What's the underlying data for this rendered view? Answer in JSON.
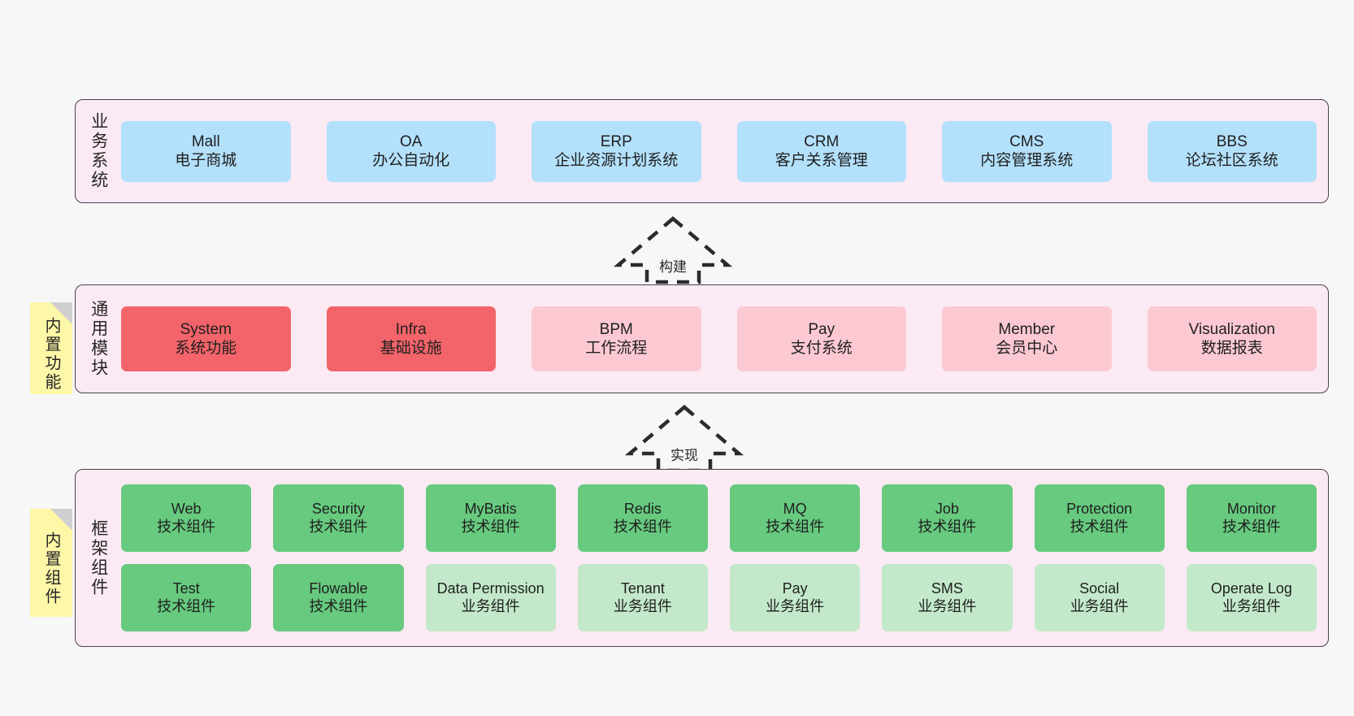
{
  "diagram": {
    "title": "ruoyi-vue-pro architecture layers",
    "background_color": "#f7f7f7",
    "panel_fill": "#fbeaf4",
    "panel_border": "#4a4050",
    "note_fill": "#fdf7a8",
    "note_fold": "#cfcfcf"
  },
  "layers": [
    {
      "id": "business",
      "title": "业务系统",
      "note": null,
      "rows": [
        {
          "cards": [
            {
              "name": "Mall",
              "desc": "电子商城",
              "color": "#b3e0fb"
            },
            {
              "name": "OA",
              "desc": "办公自动化",
              "color": "#b3e0fb"
            },
            {
              "name": "ERP",
              "desc": "企业资源计划系统",
              "color": "#b3e0fb"
            },
            {
              "name": "CRM",
              "desc": "客户关系管理",
              "color": "#b3e0fb"
            },
            {
              "name": "CMS",
              "desc": "内容管理系统",
              "color": "#b3e0fb"
            },
            {
              "name": "BBS",
              "desc": "论坛社区系统",
              "color": "#b3e0fb"
            }
          ]
        }
      ]
    },
    {
      "id": "modules",
      "title": "通用模块",
      "note": "内置功能",
      "rows": [
        {
          "cards": [
            {
              "name": "System",
              "desc": "系统功能",
              "color": "#f2646a"
            },
            {
              "name": "Infra",
              "desc": "基础设施",
              "color": "#f2646a"
            },
            {
              "name": "BPM",
              "desc": "工作流程",
              "color": "#fcc9d3"
            },
            {
              "name": "Pay",
              "desc": "支付系统",
              "color": "#fcc9d3"
            },
            {
              "name": "Member",
              "desc": "会员中心",
              "color": "#fcc9d3"
            },
            {
              "name": "Visualization",
              "desc": "数据报表",
              "color": "#fcc9d3"
            }
          ]
        }
      ]
    },
    {
      "id": "framework",
      "title": "框架组件",
      "note": "内置组件",
      "rows": [
        {
          "cards": [
            {
              "name": "Web",
              "desc": "技术组件",
              "color": "#67ca7f"
            },
            {
              "name": "Security",
              "desc": "技术组件",
              "color": "#67ca7f"
            },
            {
              "name": "MyBatis",
              "desc": "技术组件",
              "color": "#67ca7f"
            },
            {
              "name": "Redis",
              "desc": "技术组件",
              "color": "#67ca7f"
            },
            {
              "name": "MQ",
              "desc": "技术组件",
              "color": "#67ca7f"
            },
            {
              "name": "Job",
              "desc": "技术组件",
              "color": "#67ca7f"
            },
            {
              "name": "Protection",
              "desc": "技术组件",
              "color": "#67ca7f"
            },
            {
              "name": "Monitor",
              "desc": "技术组件",
              "color": "#67ca7f"
            }
          ]
        },
        {
          "cards": [
            {
              "name": "Test",
              "desc": "技术组件",
              "color": "#67ca7f"
            },
            {
              "name": "Flowable",
              "desc": "技术组件",
              "color": "#67ca7f"
            },
            {
              "name": "Data Permission",
              "desc": "业务组件",
              "color": "#c3e9ca"
            },
            {
              "name": "Tenant",
              "desc": "业务组件",
              "color": "#c3e9ca"
            },
            {
              "name": "Pay",
              "desc": "业务组件",
              "color": "#c3e9ca"
            },
            {
              "name": "SMS",
              "desc": "业务组件",
              "color": "#c3e9ca"
            },
            {
              "name": "Social",
              "desc": "业务组件",
              "color": "#c3e9ca"
            },
            {
              "name": "Operate Log",
              "desc": "业务组件",
              "color": "#c3e9ca"
            }
          ]
        }
      ]
    }
  ],
  "arrows": [
    {
      "id": "build",
      "label": "构建"
    },
    {
      "id": "implement",
      "label": "实现"
    }
  ]
}
